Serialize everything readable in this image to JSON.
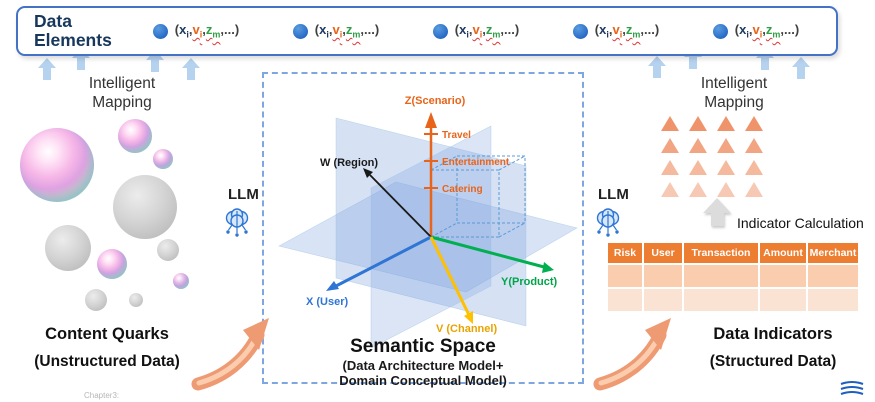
{
  "banner": {
    "title_line1": "Data",
    "title_line2": "Elements",
    "items": [
      "(xi,vi,zm,...)",
      "(xi,vi,zm,...)",
      "(xi,vi,zm,...)",
      "(xi,vi,zm,...)",
      "(xi,vi,zm,...)"
    ],
    "item_parts": {
      "open": "(",
      "x": "x",
      "x_sub": "i",
      "comma1": ",",
      "v": "v",
      "v_sub": "i",
      "comma2": ",",
      "z": "z",
      "z_sub": "m",
      "tail": ",...)"
    }
  },
  "left": {
    "mapping_line1": "Intelligent",
    "mapping_line2": "Mapping",
    "llm": "LLM",
    "caption_line1": "Content Quarks",
    "caption_line2": "(Unstructured Data)"
  },
  "semantic": {
    "z_label": "Z(Scenario)",
    "w_label": "W (Region)",
    "y_label": "Y(Product)",
    "x_label": "X (User)",
    "v_label": "V (Channel)",
    "z_ticks": [
      "Travel",
      "Entertainment",
      "Catering"
    ],
    "title": "Semantic Space",
    "subtitle_line1": "(Data Architecture Model+",
    "subtitle_line2": "Domain Conceptual Model)"
  },
  "right": {
    "mapping_line1": "Intelligent",
    "mapping_line2": "Mapping",
    "llm": "LLM",
    "indicator_calc": "Indicator Calculation",
    "table": {
      "headers": [
        "Risk",
        "User",
        "Transaction",
        "Amount",
        "Merchant"
      ],
      "rows": [
        [
          "",
          "",
          "",
          "",
          ""
        ],
        [
          "",
          "",
          "",
          "",
          ""
        ]
      ]
    },
    "caption_line1": "Data Indicators",
    "caption_line2": "(Structured Data)"
  },
  "footer": {
    "watermark": "Chapter3:"
  },
  "colors": {
    "banner_border": "#4472C4",
    "circle_blue": "#2E75D4",
    "axis_orange": "#E8641A",
    "axis_green": "#00B050",
    "axis_blue": "#2E75D4",
    "axis_yellow": "#FFC000",
    "table_header": "#ED7D31",
    "table_row": "#F9CDAD",
    "salmon_arrow": "#EE9A72",
    "triangle": "#EF8F63",
    "mapping_arrow": "#B5D2EF"
  }
}
